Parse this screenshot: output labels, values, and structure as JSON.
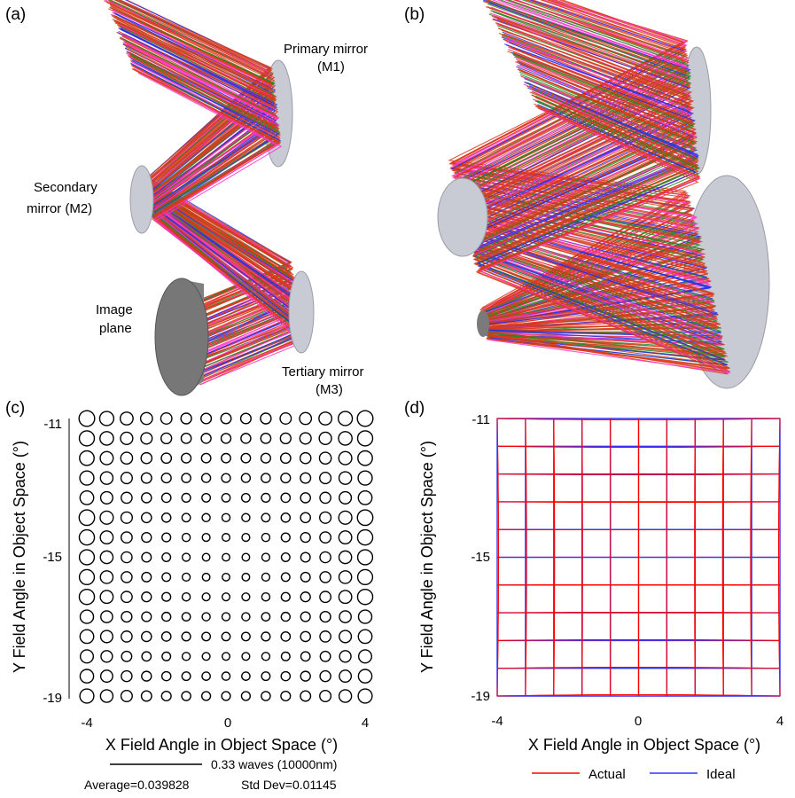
{
  "panels": {
    "a": {
      "label": "(a)",
      "primary_line1": "Primary mirror",
      "primary_line2": "(M1)",
      "secondary_line1": "Secondary",
      "secondary_line2": "mirror (M2)",
      "image_line1": "Image",
      "image_line2": "plane",
      "tertiary_line1": "Tertiary mirror",
      "tertiary_line2": "(M3)"
    },
    "b": {
      "label": "(b)"
    },
    "c": {
      "label": "(c)"
    },
    "d": {
      "label": "(d)"
    }
  },
  "ray_colors": {
    "red": "#d93a1a",
    "green": "#1e8a1e",
    "blue": "#2233ee",
    "magenta": "#ff33cc"
  },
  "chart_data": [
    {
      "type": "scatter",
      "panel": "c",
      "xlabel": "X Field Angle in Object Space (°)",
      "ylabel": "Y Field Angle in Object Space (°)",
      "xlim": [
        -4,
        4
      ],
      "ylim": [
        -19,
        -11
      ],
      "xticks": [
        "-4",
        "0",
        "4"
      ],
      "yticks": [
        "-11",
        "-15",
        "-19"
      ],
      "grid_size": [
        15,
        15
      ],
      "scale_bar_label": "0.33 waves (10000nm)",
      "average_label": "Average=0.039828",
      "stddev_label": "Std Dev=0.01145"
    },
    {
      "type": "line",
      "panel": "d",
      "xlabel": "X Field Angle in Object Space (°)",
      "ylabel": "Y Field Angle in Object Space (°)",
      "xlim": [
        -4,
        4
      ],
      "ylim": [
        -19,
        -11
      ],
      "xticks": [
        "-4",
        "0",
        "4"
      ],
      "yticks": [
        "-11",
        "-15",
        "-19"
      ],
      "grid_lines": 11,
      "series": [
        {
          "name": "Actual",
          "color": "#ff0000"
        },
        {
          "name": "Ideal",
          "color": "#3333ff"
        }
      ]
    }
  ]
}
